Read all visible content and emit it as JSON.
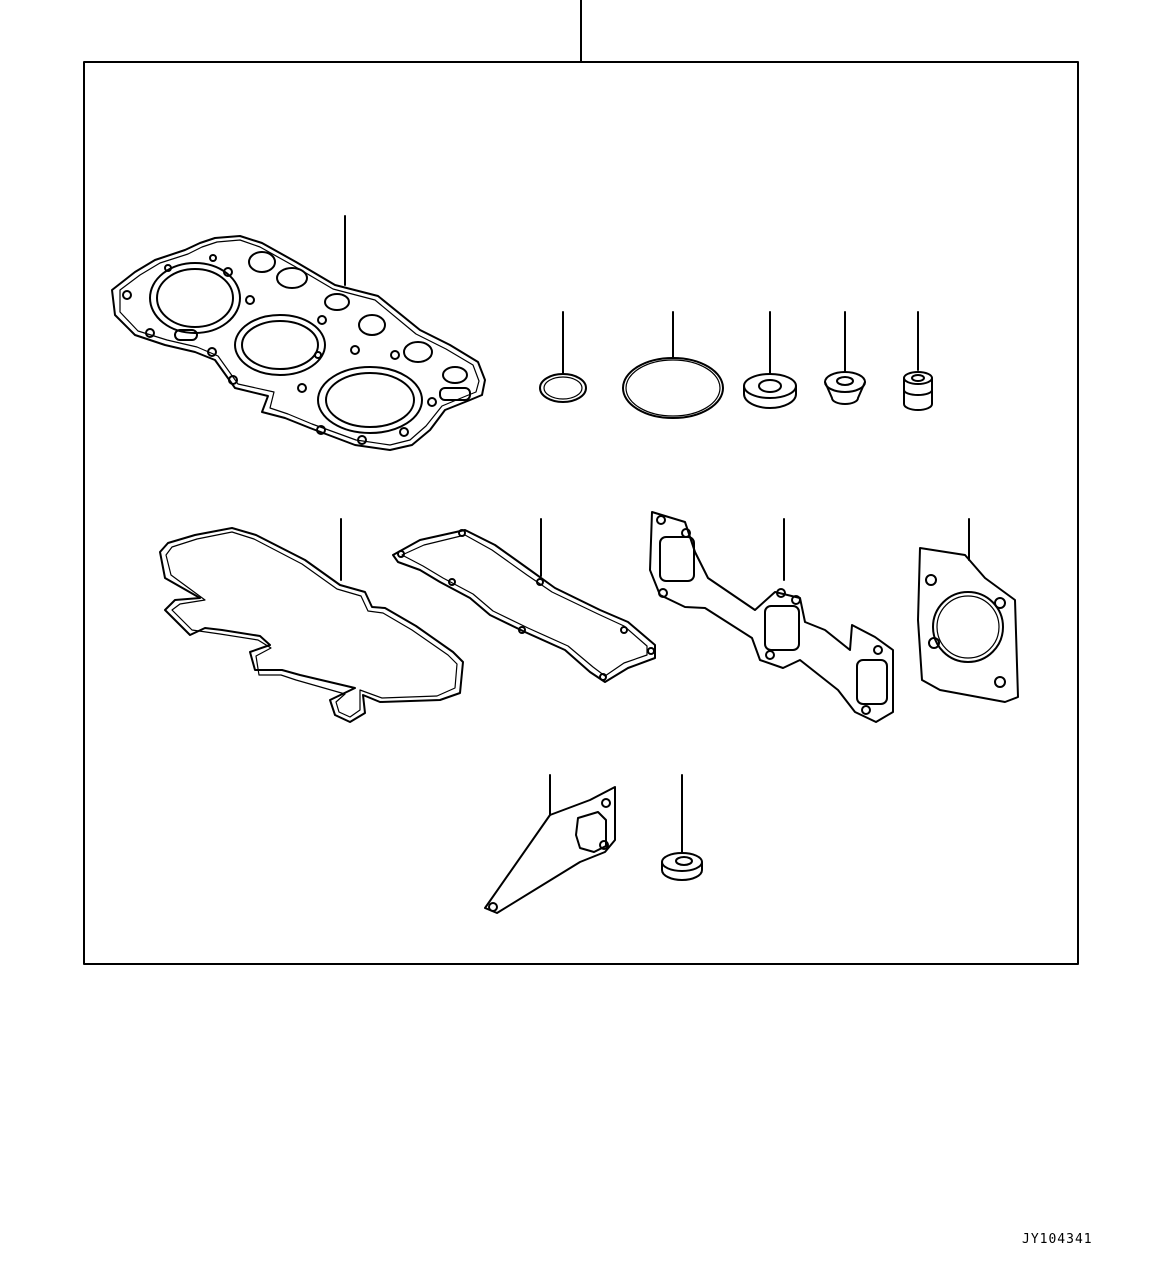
{
  "figure": {
    "drawing_code": "JY104341",
    "parts": [
      {
        "name": "cylinder-head-gasket"
      },
      {
        "name": "o-ring-small"
      },
      {
        "name": "o-ring-large"
      },
      {
        "name": "seal-washer"
      },
      {
        "name": "grommet"
      },
      {
        "name": "valve-stem-seal"
      },
      {
        "name": "head-cover-gasket"
      },
      {
        "name": "intake-manifold-gasket"
      },
      {
        "name": "exhaust-manifold-gasket"
      },
      {
        "name": "thermostat-housing-gasket"
      },
      {
        "name": "flange-gasket"
      },
      {
        "name": "nut-seal"
      }
    ]
  }
}
